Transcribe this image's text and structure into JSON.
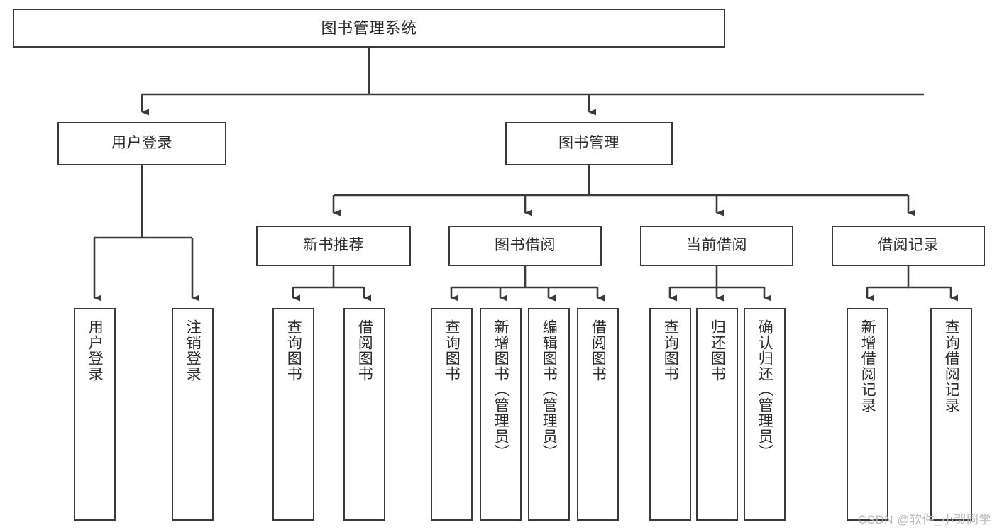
{
  "diagram": {
    "title": "图书管理系统",
    "watermark": "CSDN @软件_小贺同学",
    "stroke_color": "#3a3a3a",
    "background_color": "#ffffff",
    "text_color": "#2b2b2b",
    "root": {
      "label": "图书管理系统"
    },
    "level2": [
      {
        "label": "用户登录"
      },
      {
        "label": "图书管理"
      }
    ],
    "level3": [
      {
        "label": "新书推荐"
      },
      {
        "label": "图书借阅"
      },
      {
        "label": "当前借阅"
      },
      {
        "label": "借阅记录"
      }
    ],
    "leaves": {
      "user_login": [
        {
          "label": "用户登录"
        },
        {
          "label": "注销登录"
        }
      ],
      "new_book_recommend": [
        {
          "label": "查询图书"
        },
        {
          "label": "借阅图书"
        }
      ],
      "book_borrow": [
        {
          "label": "查询图书"
        },
        {
          "label": "新增图书（管理员）"
        },
        {
          "label": "编辑图书（管理员）"
        },
        {
          "label": "借阅图书"
        }
      ],
      "current_borrow": [
        {
          "label": "查询图书"
        },
        {
          "label": "归还图书"
        },
        {
          "label": "确认归还（管理员）"
        }
      ],
      "borrow_record": [
        {
          "label": "新增借阅记录"
        },
        {
          "label": "查询借阅记录"
        }
      ]
    }
  }
}
